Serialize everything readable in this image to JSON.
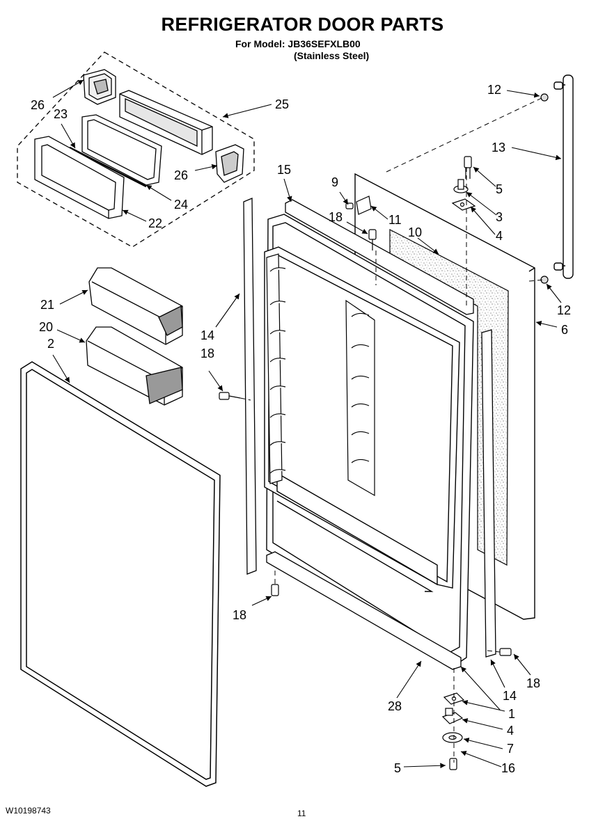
{
  "title": "REFRIGERATOR DOOR PARTS",
  "model_line": "For Model: JB36SEFXLB00",
  "finish_line": "(Stainless Steel)",
  "document_number": "W10198743",
  "page_number": "11",
  "callouts": {
    "c26a": "26",
    "c23": "23",
    "c25": "25",
    "c26b": "26",
    "c24": "24",
    "c22": "22",
    "c15": "15",
    "c9": "9",
    "c11": "11",
    "c18a": "18",
    "c10": "10",
    "c12a": "12",
    "c13": "13",
    "c5a": "5",
    "c3": "3",
    "c4a": "4",
    "c21": "21",
    "c20": "20",
    "c2": "2",
    "c14a": "14",
    "c18b": "18",
    "c12b": "12",
    "c6": "6",
    "c18c": "18",
    "c18d": "18",
    "c28": "28",
    "c14b": "14",
    "c1": "1",
    "c4b": "4",
    "c7": "7",
    "c5b": "5",
    "c16": "16"
  }
}
